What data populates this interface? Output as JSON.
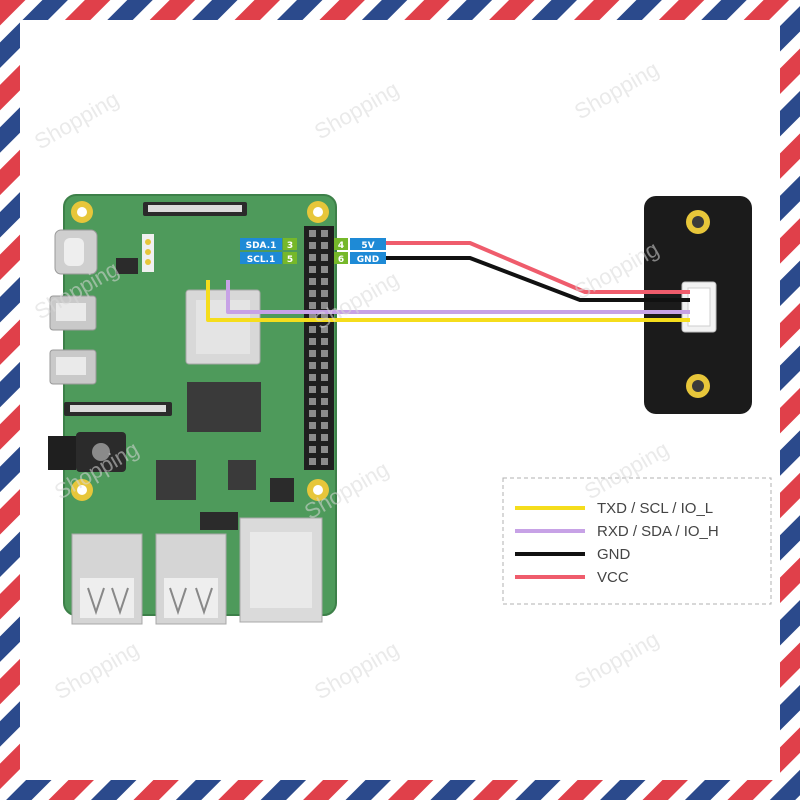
{
  "colors": {
    "stripe_red": "#e0404a",
    "stripe_blue": "#2b4a8c",
    "board_green": "#4e9a5b",
    "wire_yellow": "#f5dd1c",
    "wire_purple": "#c7a2e6",
    "wire_black": "#111111",
    "wire_red": "#ef5c6c",
    "module_black": "#1b1b1b"
  },
  "pins": {
    "left": [
      {
        "label": "SDA.1",
        "num": "3"
      },
      {
        "label": "SCL.1",
        "num": "5"
      }
    ],
    "right": [
      {
        "label": "5V",
        "num": "4"
      },
      {
        "label": "GND",
        "num": "6"
      }
    ]
  },
  "legend": [
    {
      "label": "TXD / SCL / IO_L",
      "color": "#f5dd1c"
    },
    {
      "label": "RXD / SDA / IO_H",
      "color": "#c7a2e6"
    },
    {
      "label": "GND",
      "color": "#111111"
    },
    {
      "label": "VCC",
      "color": "#ef5c6c"
    }
  ],
  "watermark": "Shopping",
  "icons": [
    "raspberry-pi-board",
    "sensor-module",
    "grove-connector",
    "usb-port-icon",
    "ethernet-port-icon"
  ]
}
